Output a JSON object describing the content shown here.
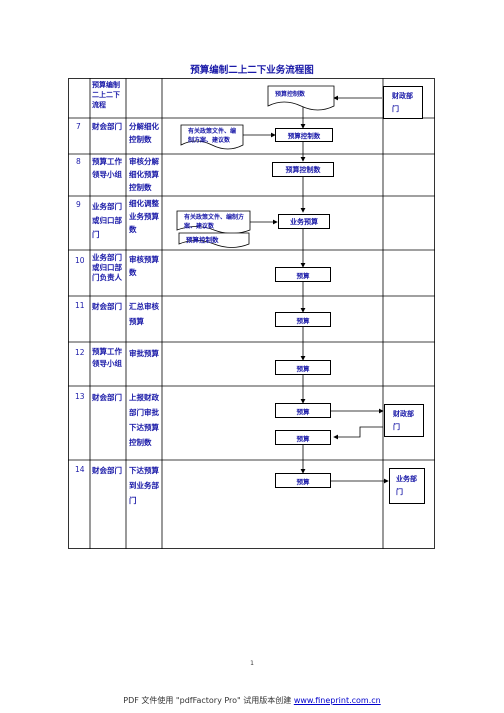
{
  "title": "预算编制二上二下业务流程图",
  "header_cell": "预算编制二上二下流程",
  "rows": [
    {
      "num": "7",
      "dept": "财会部门",
      "task": "分解细化控制数"
    },
    {
      "num": "8",
      "dept": "预算工作领导小组",
      "task": "审核分解细化预算控制数"
    },
    {
      "num": "9",
      "dept": "业务部门或归口部门",
      "task": "细化调整业务预算数"
    },
    {
      "num": "10",
      "dept": "业务部门或归口部门负责人",
      "task": "审核预算数"
    },
    {
      "num": "11",
      "dept": "财会部门",
      "task": "汇总审核预算"
    },
    {
      "num": "12",
      "dept": "预算工作领导小组",
      "task": "审批预算"
    },
    {
      "num": "13",
      "dept": "财会部门",
      "task": "上报财政部门审批下达预算控制数"
    },
    {
      "num": "14",
      "dept": "财会部门",
      "task": "下达预算到业务部门"
    }
  ],
  "flow": {
    "doc_top": "预算控制数",
    "side_top": "财政部门",
    "r7_doc": "有关政策文件、编制方案、建议数",
    "r7_box": "预算控制数",
    "r8_box": "预算控制数",
    "r9_doc": "有关政策文件、编制方案、建议数",
    "r9_doc2": "预算控制数",
    "r9_box": "业务预算",
    "r10_box": "预算",
    "r11_box": "预算",
    "r12_box": "预算",
    "r13_box1": "预算",
    "r13_box2": "预算",
    "r13_side": "财政部门",
    "r14_box": "预算",
    "r14_side": "业务部门"
  },
  "page_number": "1",
  "footer": {
    "text": "PDF 文件使用 \"pdfFactory Pro\" 试用版本创建 ",
    "link": "www.fineprint.com.cn"
  }
}
